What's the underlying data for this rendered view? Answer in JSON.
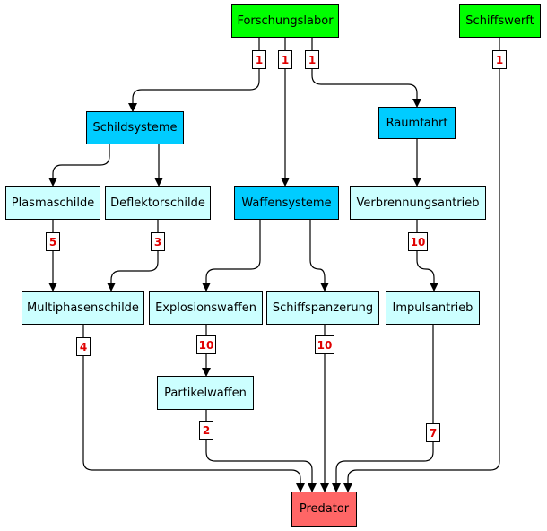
{
  "colors": {
    "root": "#00ff00",
    "category": "#00ccff",
    "tech": "#ccffff",
    "target": "#ff6666",
    "badge_text": "#e00000"
  },
  "nodes": {
    "forschungslabor": "Forschungslabor",
    "schiffswerft": "Schiffswerft",
    "schildsysteme": "Schildsysteme",
    "raumfahrt": "Raumfahrt",
    "plasmaschilde": "Plasmaschilde",
    "deflektorschilde": "Deflektorschilde",
    "waffensysteme": "Waffensysteme",
    "verbrennungsantrieb": "Verbrennungsantrieb",
    "multiphasenschilde": "Multiphasenschilde",
    "explosionswaffen": "Explosionswaffen",
    "schiffspanzerung": "Schiffspanzerung",
    "impulsantrieb": "Impulsantrieb",
    "partikelwaffen": "Partikelwaffen",
    "predator": "Predator"
  },
  "requirements": {
    "forschungslabor_to_schildsysteme": "1",
    "forschungslabor_to_waffensysteme": "1",
    "forschungslabor_to_raumfahrt": "1",
    "schiffswerft_to_predator": "1",
    "plasmaschilde_to_multiphasenschilde": "5",
    "deflektorschilde_to_multiphasenschilde": "3",
    "verbrennungsantrieb_to_impulsantrieb": "10",
    "multiphasenschilde_to_predator": "4",
    "explosionswaffen_to_partikelwaffen": "10",
    "schiffspanzerung_to_predator": "10",
    "partikelwaffen_to_predator": "2",
    "impulsantrieb_to_predator": "7"
  }
}
